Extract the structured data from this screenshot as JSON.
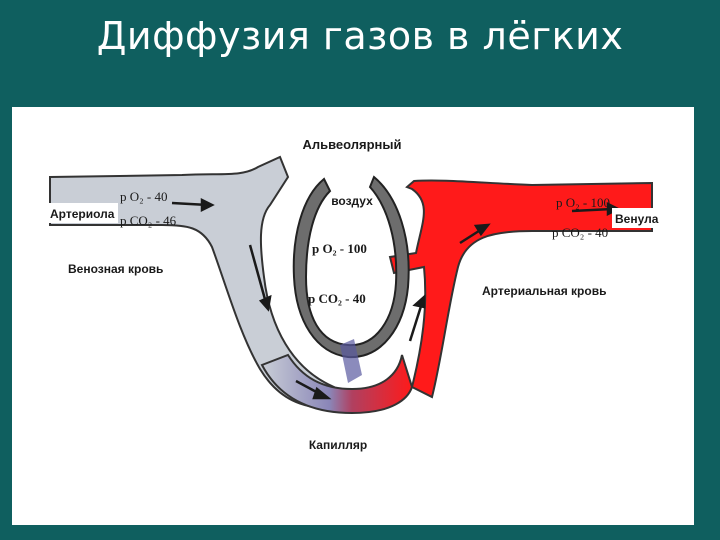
{
  "title": "Диффузия газов в лёгких",
  "diagram": {
    "labels": {
      "alveolar_line1": "Альвеолярный",
      "alveolar_line2": "воздух",
      "arteriole": "Артериола",
      "venule": "Венула",
      "venous_blood": "Венозная кровь",
      "arterial_blood": "Артериальная кровь",
      "capillary": "Капилляр"
    },
    "venous": {
      "po2": "p O₂ - 40",
      "pco2": "p CO₂ - 46"
    },
    "alveolar": {
      "po2": "p O₂ - 100",
      "pco2": "p CO₂ - 40"
    },
    "arterial": {
      "po2": "p O₂ - 100",
      "pco2": "p CO₂ - 40"
    },
    "colors": {
      "venous": "#c9ced6",
      "arterial": "#ff1a1a",
      "background": "#0f5f5f",
      "outline": "#333333"
    }
  }
}
